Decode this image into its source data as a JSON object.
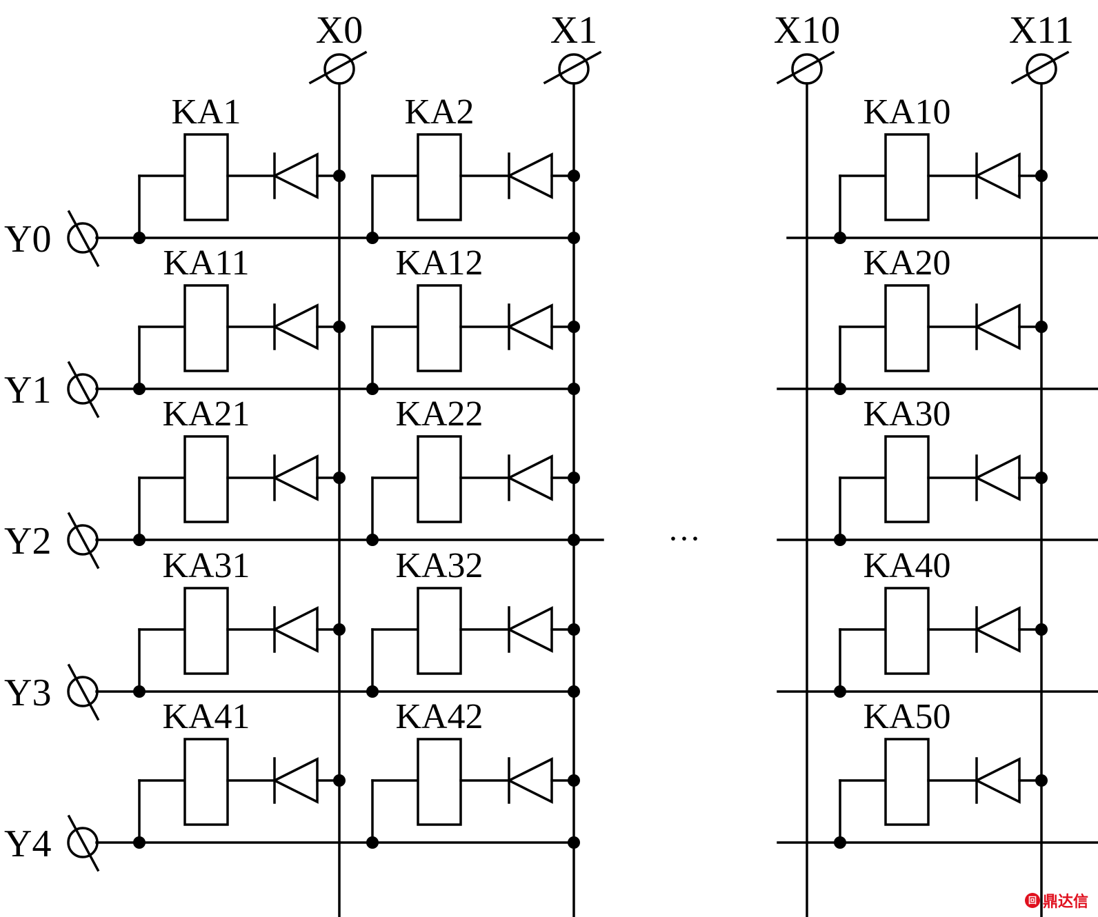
{
  "columns": [
    {
      "label": "X0"
    },
    {
      "label": "X1"
    },
    {
      "label": "X10"
    },
    {
      "label": "X11"
    }
  ],
  "rows": [
    {
      "label": "Y0"
    },
    {
      "label": "Y1"
    },
    {
      "label": "Y2"
    },
    {
      "label": "Y3"
    },
    {
      "label": "Y4"
    }
  ],
  "relays": [
    [
      "KA1",
      "KA2",
      "KA10"
    ],
    [
      "KA11",
      "KA12",
      "KA20"
    ],
    [
      "KA21",
      "KA22",
      "KA30"
    ],
    [
      "KA31",
      "KA32",
      "KA40"
    ],
    [
      "KA41",
      "KA42",
      "KA50"
    ]
  ],
  "ellipsis": "···",
  "watermark": "鼎达信"
}
